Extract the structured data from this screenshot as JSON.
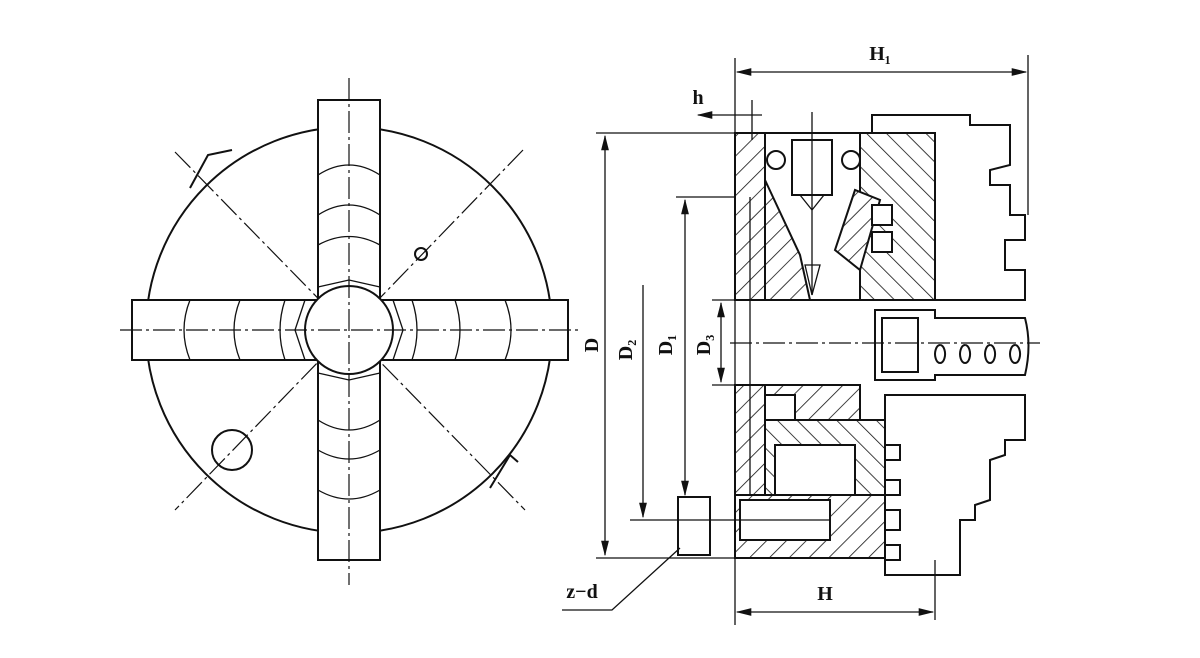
{
  "diagram": {
    "title": "Four-jaw chuck technical drawing",
    "labels": {
      "overall_height": "H₁",
      "height": "H",
      "spigot_height": "h",
      "outer_diameter": "D",
      "bolt_circle_diameter": "D₂",
      "spigot_diameter": "D₁",
      "bore_diameter": "D₃",
      "bolt_spec": "z−d"
    }
  }
}
